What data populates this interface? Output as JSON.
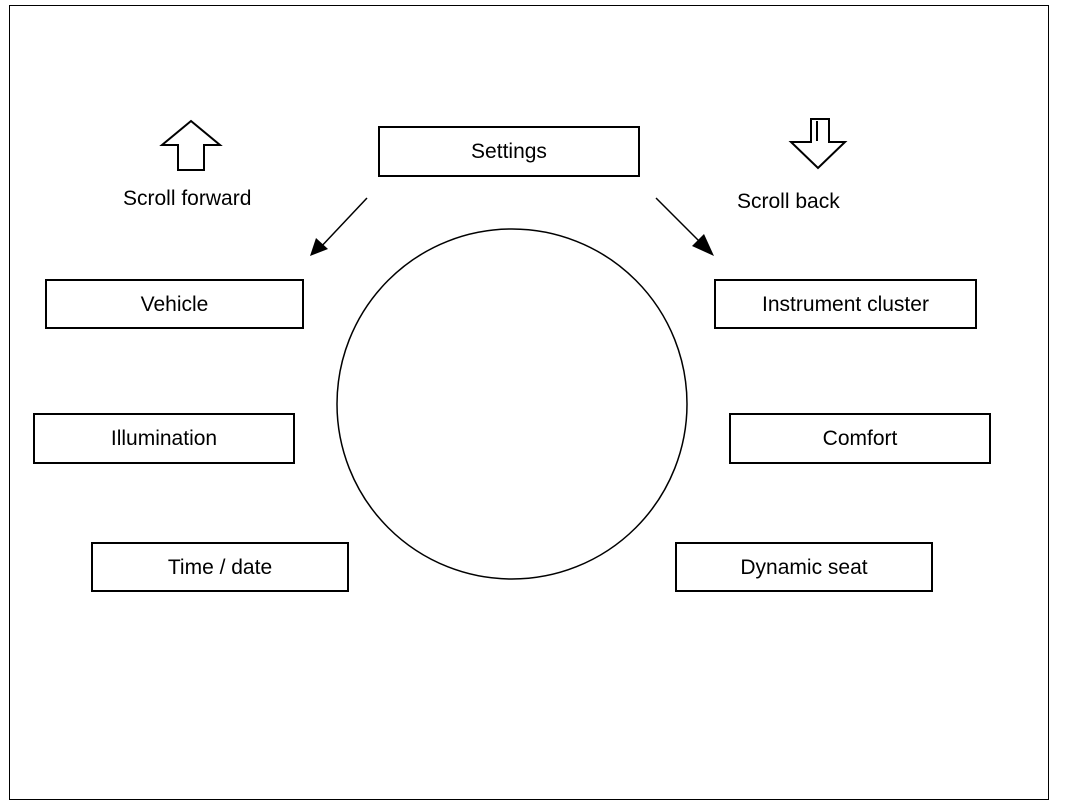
{
  "diagram": {
    "center_item": "Settings",
    "scroll_forward_label": "Scroll forward",
    "scroll_back_label": "Scroll back",
    "left_items": [
      "Vehicle",
      "Illumination",
      "Time / date"
    ],
    "right_items": [
      "Instrument cluster",
      "Comfort",
      "Dynamic seat"
    ]
  },
  "icons": {
    "forward": "up-arrow-outline-icon",
    "back": "down-arrow-outline-icon"
  },
  "colors": {
    "line": "#000000",
    "background": "#ffffff"
  }
}
